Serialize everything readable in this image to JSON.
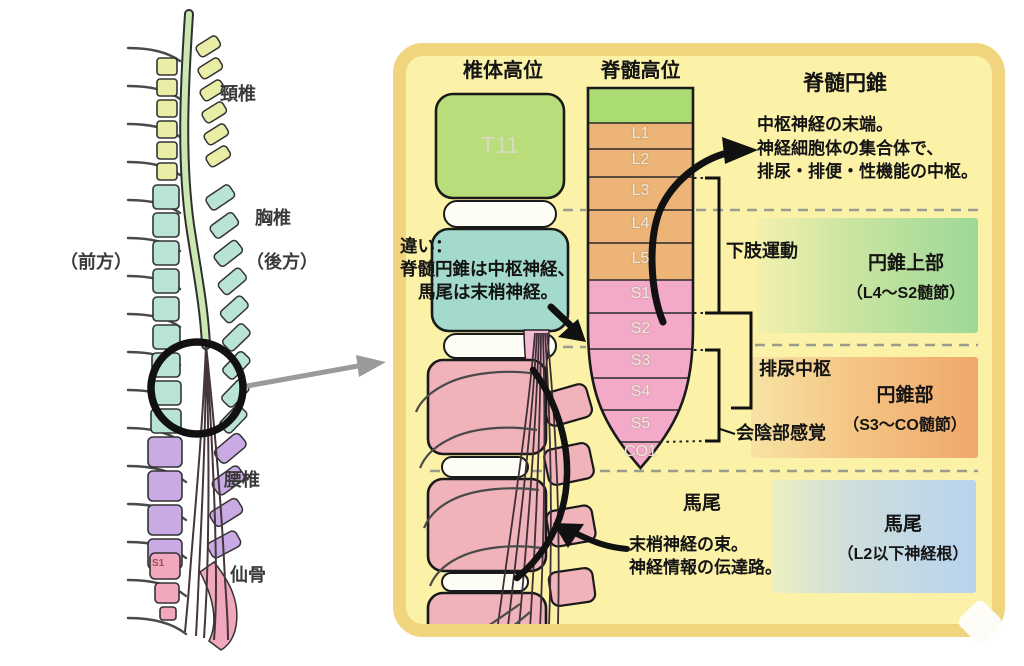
{
  "figure": {
    "left_diagram": {
      "cervical_label": "頸椎",
      "thoracic_label": "胸椎",
      "anterior_label": "（前方）",
      "posterior_label": "（後方）",
      "lumbar_label": "腰椎",
      "sacrum_label": "仙骨",
      "s1_label": "S1"
    },
    "panel": {
      "vertebral_column_header": "椎体高位",
      "cord_column_header": "脊髄高位",
      "t11_label": "T11",
      "cord_segments": [
        "L1",
        "L2",
        "L3",
        "L4",
        "L5",
        "S1",
        "S2",
        "S3",
        "S4",
        "S5",
        "CO1"
      ],
      "conus_title": "脊髄円錐",
      "conus_note_line1": "中枢神経の末端。",
      "conus_note_line2": "神経細胞体の集合体で、",
      "conus_note_line3": "排尿・排便・性機能の中枢。",
      "difference_line1": "違い：",
      "difference_line2": "脊髄円錐は中枢神経、",
      "difference_line3": "馬尾は末梢神経。",
      "bracket_lower_limb": "下肢運動",
      "bracket_urination": "排尿中枢",
      "bracket_perineal": "会陰部感覚",
      "upper_conus_title": "円錐上部",
      "upper_conus_range": "（L4〜S2髄節）",
      "conus_part_title": "円錐部",
      "conus_part_range": "（S3〜CO髄節）",
      "cauda_box_title": "馬尾",
      "cauda_box_range": "（L2以下神経根）",
      "cauda_title": "馬尾",
      "cauda_note_line1": "末梢神経の束。",
      "cauda_note_line2": "神経情報の伝達路。"
    },
    "colors": {
      "panel_bg": "#fbf2a8",
      "panel_border": "#f0d47e",
      "cord_green": "#abdc74",
      "cord_orange": "#ecb476",
      "cord_pink": "#f3aac8",
      "vertebra_green": "#b9dd7b",
      "vertebra_teal": "#a4dacb",
      "vertebra_pink": "#f0b3ba",
      "disc_white": "#fdfdf6",
      "upper_conus_box": "#9ed897",
      "conus_part_box": "#f0a86b",
      "cauda_box_blue": "#b7d3f0",
      "spine_cervical": "#e9eda6",
      "spine_thoracic": "#b9e3d6",
      "spine_lumbar": "#c9aae4",
      "spine_sacral": "#f2a8bc"
    }
  }
}
